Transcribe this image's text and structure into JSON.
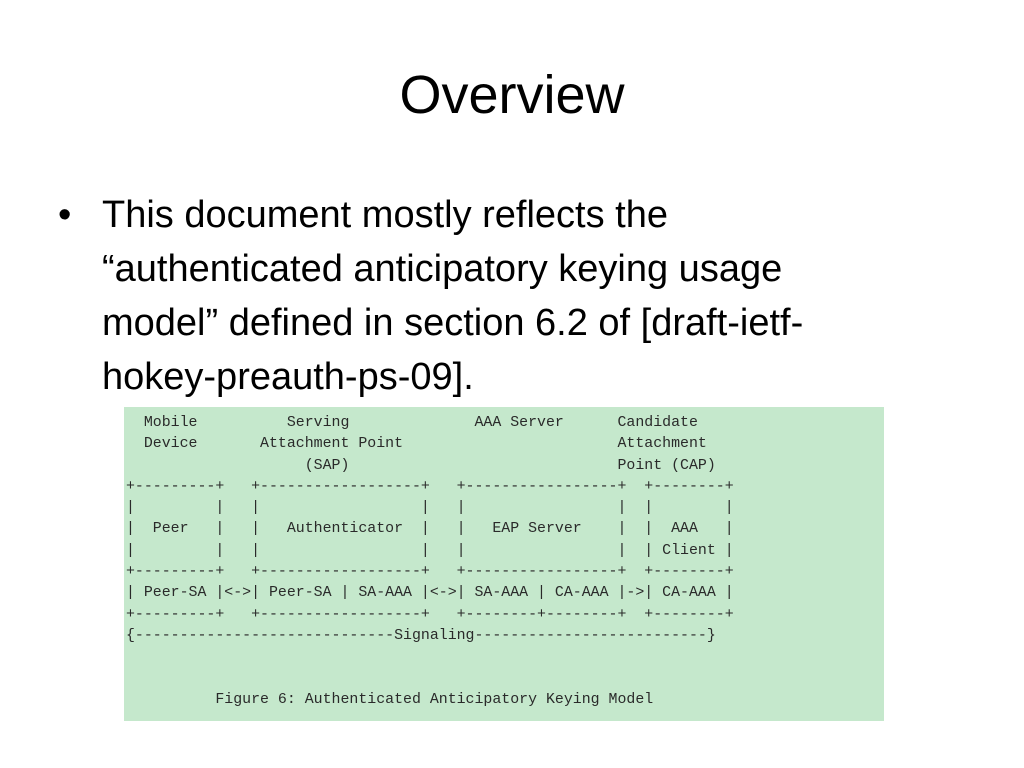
{
  "slide": {
    "title": "Overview",
    "bullet": {
      "lines": [
        "This document mostly reflects the",
        "“authenticated anticipatory keying usage",
        "model” defined in section 6.2 of [draft-ietf-",
        "hokey-preauth-ps-09]."
      ]
    },
    "figure": {
      "lines": [
        "  Mobile          Serving              AAA Server      Candidate",
        "  Device       Attachment Point                        Attachment",
        "                    (SAP)                              Point (CAP)",
        "+---------+   +------------------+   +-----------------+  +--------+",
        "|         |   |                  |   |                 |  |        |",
        "|  Peer   |   |   Authenticator  |   |   EAP Server    |  |  AAA   |",
        "|         |   |                  |   |                 |  | Client |",
        "+---------+   +------------------+   +-----------------+  +--------+",
        "| Peer-SA |<->| Peer-SA | SA-AAA |<->| SA-AAA | CA-AAA |->| CA-AAA |",
        "+---------+   +------------------+   +--------+--------+  +--------+",
        "{-----------------------------Signaling--------------------------}",
        "",
        "",
        "          Figure 6: Authenticated Anticipatory Keying Model"
      ]
    }
  }
}
